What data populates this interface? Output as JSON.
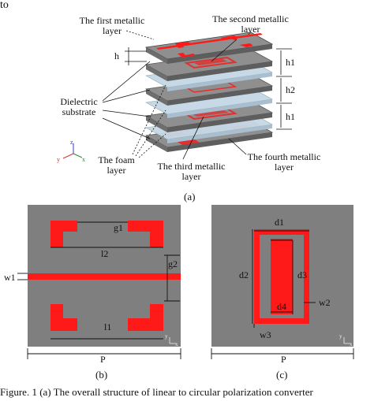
{
  "header": {
    "fragment": "to"
  },
  "figure_a": {
    "labels": {
      "first_metal_l1": "The first metallic",
      "first_metal_l2": "layer",
      "second_metal_l1": "The second metallic",
      "second_metal_l2": "layer",
      "h": "h",
      "h1_top": "h1",
      "h2": "h2",
      "h1_bottom": "h1",
      "dielectric_l1": "Dielectric",
      "dielectric_l2": "substrate",
      "foam_l1": "The foam",
      "foam_l2": "layer",
      "third_metal_l1": "The third metallic",
      "third_metal_l2": "layer",
      "fourth_metal_l1": "The fourth metallic",
      "fourth_metal_l2": "layer",
      "axis_x": "x",
      "axis_y": "y",
      "axis_z": "z"
    },
    "caption": "(a)"
  },
  "figure_b": {
    "labels": {
      "g1": "g1",
      "l2": "l2",
      "g2": "g2",
      "w1": "w1",
      "l1": "l1",
      "P": "P",
      "axis_x": "x",
      "axis_y": "y"
    },
    "caption": "(b)"
  },
  "figure_c": {
    "labels": {
      "d1": "d1",
      "d2": "d2",
      "d3": "d3",
      "d4": "d4",
      "w2": "w2",
      "w3": "w3",
      "P": "P",
      "axis_x": "x",
      "axis_y": "y"
    },
    "caption": "(c)"
  },
  "figure_caption": "Figure. 1 (a) The overall structure of linear to circular polarization converter",
  "colors": {
    "metal": "#ff1a1a",
    "substrate": "#8c8c8c",
    "foam": "#b9cfe0",
    "panel": "#7f7f7f"
  }
}
